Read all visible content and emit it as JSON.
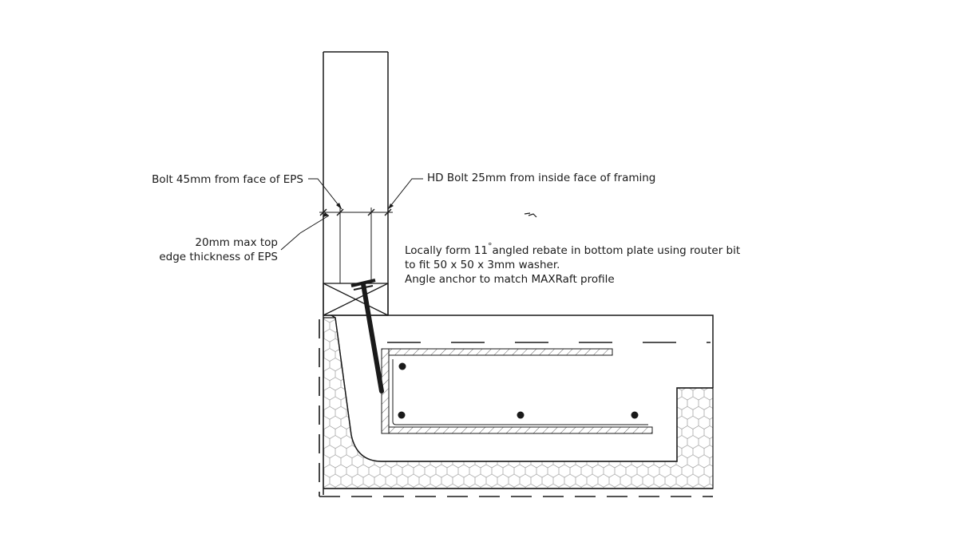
{
  "annotations": {
    "bolt_eps": "Bolt 45mm from face of EPS",
    "hd_bolt": "HD Bolt 25mm from inside face of framing",
    "max_top_line1": "20mm max top",
    "max_top_line2": "edge thickness of EPS",
    "rebate_line1_prefix": "Locally form 11",
    "rebate_degree": "°",
    "rebate_line1_suffix": "angled rebate in bottom plate using router bit",
    "rebate_line2": "to fit 50 x 50 x 3mm washer.",
    "rebate_line3": "Angle anchor to match MAXRaft profile"
  },
  "colors": {
    "line": "#1a1a1a",
    "background": "#ffffff",
    "eps_pattern": "#9a9a9a"
  }
}
